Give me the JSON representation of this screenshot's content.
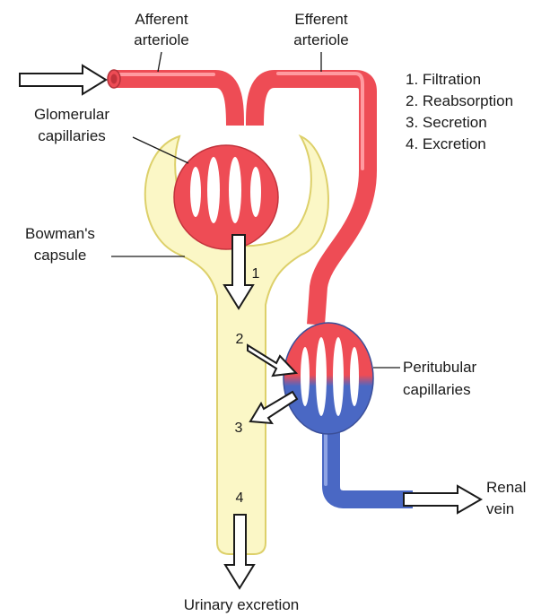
{
  "labels": {
    "afferent_1": "Afferent",
    "afferent_2": "arteriole",
    "efferent_1": "Efferent",
    "efferent_2": "arteriole",
    "glomerular_1": "Glomerular",
    "glomerular_2": "capillaries",
    "bowman_1": "Bowman's",
    "bowman_2": "capsule",
    "peritubular_1": "Peritubular",
    "peritubular_2": "capillaries",
    "renal_1": "Renal",
    "renal_2": "vein",
    "urinary": "Urinary excretion"
  },
  "process_list": [
    "1. Filtration",
    "2. Reabsorption",
    "3. Secretion",
    "4. Excretion"
  ],
  "step_numbers": [
    "1",
    "2",
    "3",
    "4"
  ],
  "colors": {
    "artery_red": "#ee4c55",
    "artery_highlight": "#ff9aa0",
    "vein_blue": "#4a68c4",
    "capsule_fill": "#fbf7c6",
    "capsule_stroke": "#ddd06a"
  }
}
